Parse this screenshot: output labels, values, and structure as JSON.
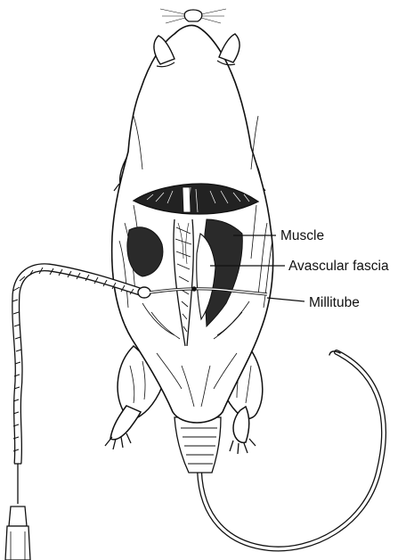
{
  "figure": {
    "labels": {
      "muscle": "Muscle",
      "avascular_fascia": "Avascular fascia",
      "millitube": "Millitube"
    }
  },
  "colors": {
    "ink": "#111111",
    "paper": "#ffffff",
    "shadow": "#2a2a2a"
  }
}
